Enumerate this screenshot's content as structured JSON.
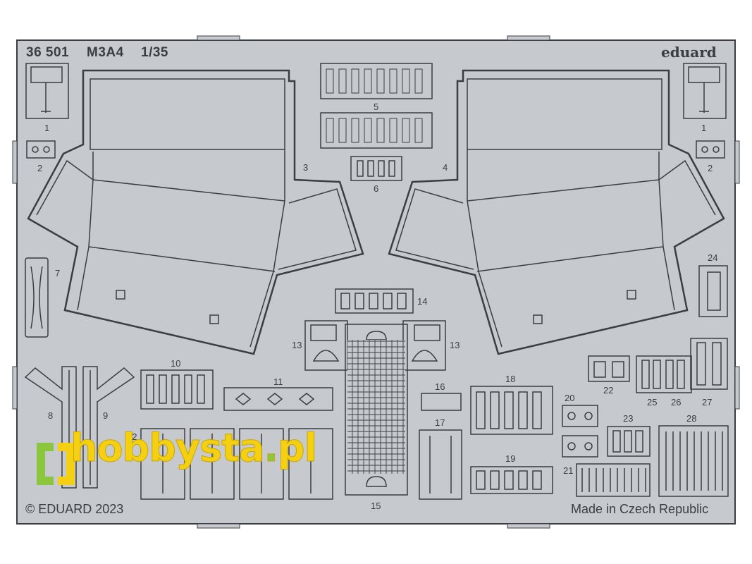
{
  "header": {
    "code": "36 501",
    "model": "M3A4",
    "scale": "1/35",
    "brand": "eduard"
  },
  "footer": {
    "copyright": "© EDUARD 2023",
    "origin": "Made in Czech Republic"
  },
  "watermark": {
    "text_main": "hobbysta",
    "text_dot": ".",
    "text_tld": "pl"
  },
  "part_numbers": [
    "1",
    "2",
    "3",
    "4",
    "5",
    "6",
    "7",
    "8",
    "9",
    "10",
    "11",
    "12",
    "13",
    "14",
    "15",
    "16",
    "17",
    "18",
    "19",
    "20",
    "21",
    "22",
    "23",
    "24",
    "25",
    "26",
    "27",
    "28"
  ],
  "colors": {
    "fret": "#c5c8cc",
    "outline": "#3a3d42",
    "watermark_yellow": "#f4cf12",
    "watermark_green": "#8cc63e"
  }
}
